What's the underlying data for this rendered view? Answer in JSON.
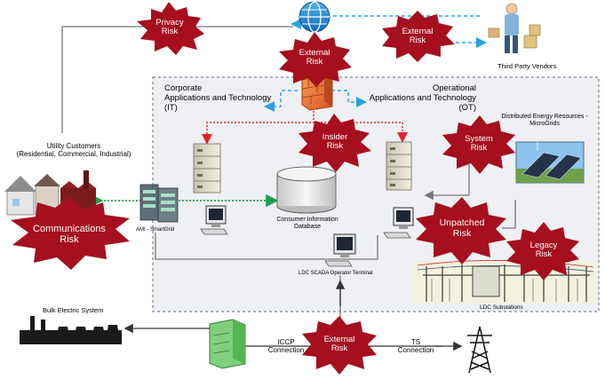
{
  "labels": {
    "utility_customers": "Utility Customers\n(Residential,  Commercial,  Industrial)",
    "corporate_it": "Corporate\nApplications and Technology\n(IT)",
    "operational_ot": "Operational\nApplications and Technology\n(OT)",
    "der": "Distributed  Energy Resources -\nMicroGrids",
    "third_party": "Third Party Vendors",
    "ami": "AMI - SmartGrid",
    "consumer_db": "Consumer Information\nDatabase",
    "scada": "LDC SCADA Operator Terminal",
    "substations": "LDC Substations",
    "bulk": "Bulk Electric  System",
    "iccp": "ICCP\nConnection",
    "ts": "TS\nConnection"
  },
  "risks": {
    "privacy": "Privacy\nRisk",
    "external_top": "External\nRisk",
    "external_right": "External\nRisk",
    "insider": "Insider\nRisk",
    "system": "System\nRisk",
    "communications": "Communications\nRisk",
    "unpatched": "Unpatched\nRisk",
    "legacy": "Legacy\nRisk",
    "external_bottom": "External\nRisk"
  },
  "colors": {
    "risk_burst": "#a50f1e",
    "dashed_blue": "#29a3e0",
    "dotted_red": "#e8232a",
    "dotted_green": "#1aa04a",
    "zone_fill": "#eef0f4",
    "zone_border": "#8f96a8"
  }
}
